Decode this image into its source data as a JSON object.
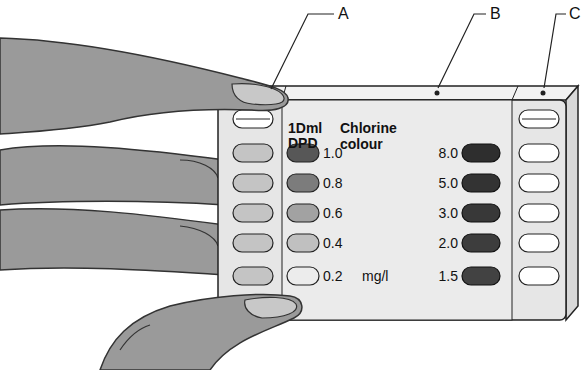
{
  "diagram": {
    "labels": [
      "A",
      "B",
      "C",
      "1Dml",
      "DPD",
      "Chlorine colour",
      "1.0",
      "0.8",
      "0.6",
      "0.4",
      "0.2",
      "mg/l",
      "8.0",
      "5.0",
      "3.0",
      "2.0",
      "1.5"
    ]
  }
}
